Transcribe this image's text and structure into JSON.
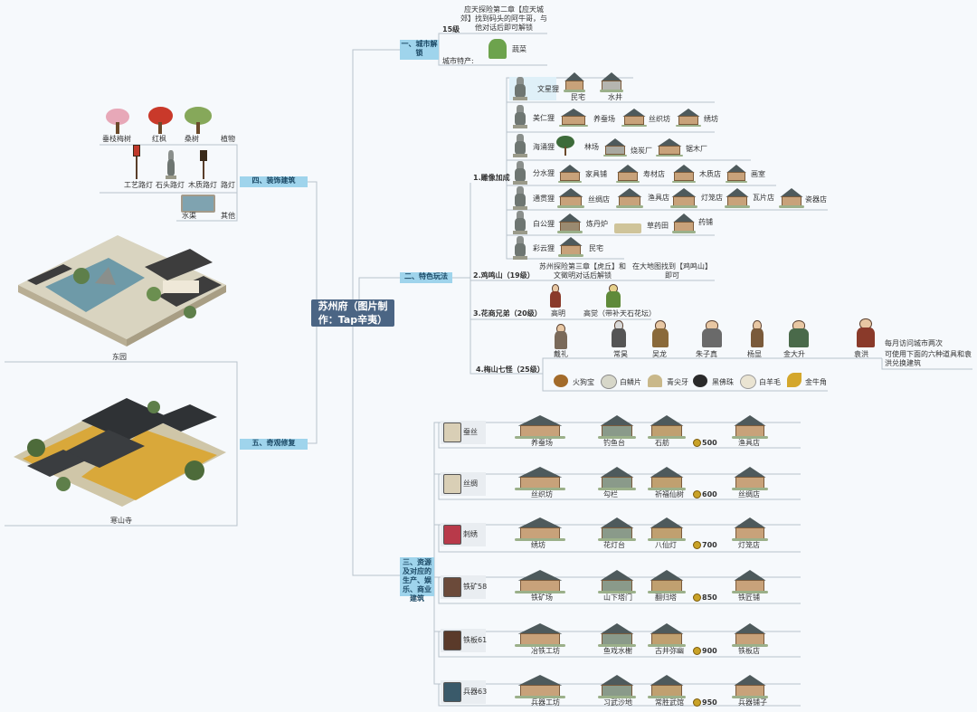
{
  "central": "苏州府（图片制作：Tap辛夷）",
  "cat1": {
    "title": "一、城市解锁",
    "level": "15级",
    "note": "应天探险第二章【应天城郊】找到码头的阿牛哥，与他对话后即可解锁",
    "special_label": "城市特产:",
    "special": "蔬菜"
  },
  "cat2": {
    "title": "二、特色玩法",
    "statues_title": "1.雕像加成",
    "statue_rows": [
      {
        "statue": "文星狸",
        "items": [
          "民宅",
          "水井"
        ]
      },
      {
        "statue": "美仁狸",
        "items": [
          "养蚕场",
          "丝织坊",
          "绣坊"
        ]
      },
      {
        "statue": "海涌狸",
        "items": [
          "林场",
          "烧炭厂",
          "锯木厂"
        ]
      },
      {
        "statue": "分水狸",
        "items": [
          "家具铺",
          "寿材店",
          "木质店",
          "画室"
        ]
      },
      {
        "statue": "通贯狸",
        "items": [
          "丝绸店",
          "渔具店",
          "灯笼店",
          "瓦片店",
          "瓷器店"
        ]
      },
      {
        "statue": "白公狸",
        "items": [
          "炼丹炉",
          "草药田",
          "药铺"
        ]
      },
      {
        "statue": "彩云狸",
        "items": [
          "民宅"
        ]
      }
    ],
    "jiming_title": "2.鸡鸣山（19级）",
    "jiming_notes": [
      "苏州探险第三章【虎丘】和文徵明对话后解锁",
      "在大地图找到【鸡鸣山】即可"
    ],
    "huashang_title": "3.花商兄弟（20级）",
    "huashang_people": [
      "高明",
      "高觉（带补天石花坛）"
    ],
    "meishan_title": "4.梅山七怪（25级）",
    "meishan_people": [
      "戴礼",
      "常昊",
      "吴龙",
      "朱子真",
      "杨显",
      "金大升",
      "袁洪"
    ],
    "meishan_note": [
      "每月访问城市两次",
      "可使用下面的六种道具和袁洪兑换建筑"
    ],
    "meishan_items": [
      "火狗宝",
      "白鳞片",
      "青尖牙",
      "黑佛珠",
      "白羊毛",
      "金牛角"
    ]
  },
  "cat3": {
    "title": "三、资源及对应的生产、娱乐、商业建筑",
    "rows": [
      {
        "res": "蚕丝",
        "prod": "养蚕场",
        "ent1": "钓鱼台",
        "ent2": "石舫",
        "cost": "500",
        "shop": "渔具店"
      },
      {
        "res": "丝绸",
        "prod": "丝织坊",
        "ent1": "勾栏",
        "ent2": "祈福仙树",
        "cost": "600",
        "shop": "丝绸店"
      },
      {
        "res": "刺绣",
        "prod": "绣坊",
        "ent1": "花灯台",
        "ent2": "八仙灯",
        "cost": "700",
        "shop": "灯笼店"
      },
      {
        "res": "铁矿58",
        "prod": "铁矿场",
        "ent1": "山下塔门",
        "ent2": "翻归塔",
        "cost": "850",
        "shop": "铁匠铺"
      },
      {
        "res": "铁板61",
        "prod": "冶铁工坊",
        "ent1": "鱼戏水榭",
        "ent2": "古井弥幽",
        "cost": "900",
        "shop": "铁板店"
      },
      {
        "res": "兵器63",
        "prod": "兵器工坊",
        "ent1": "习武沙地",
        "ent2": "常胜武馆",
        "cost": "950",
        "shop": "兵器铺子"
      }
    ]
  },
  "cat4": {
    "title": "四、装饰建筑",
    "plants": [
      "垂枝梅树",
      "红枫",
      "桑树"
    ],
    "plants_label": "植物",
    "lamps": [
      "工艺路灯",
      "石头路灯",
      "木质路灯"
    ],
    "lamps_label": "路灯",
    "others": [
      "水渠"
    ],
    "others_label": "其他"
  },
  "cat5": {
    "title": "五、奇观修复",
    "wonders": [
      "东园",
      "寒山寺"
    ]
  },
  "colors": {
    "central": "#4b6584",
    "category": "#9fd4ec",
    "line": "#b8c2cc",
    "statue_bg": "#dff0f8"
  }
}
